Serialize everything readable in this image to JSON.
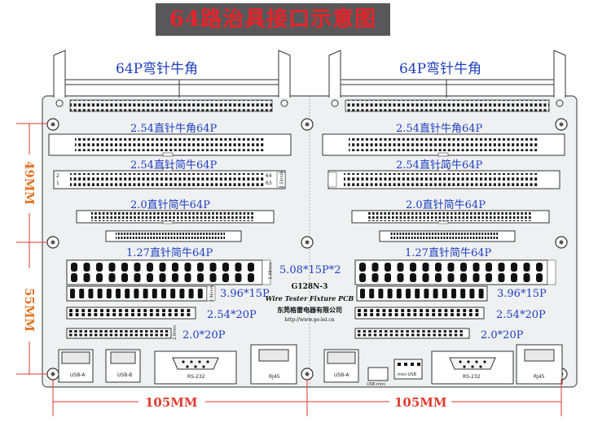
{
  "title": "64路治具接口示意图",
  "left_half": {
    "header_label": "64P弯针牛角",
    "labels": [
      "2.54直针牛角64P",
      "2.54直针简牛64P",
      "2.0直针简牛64P",
      "1.27直针简牛64P",
      "5.08*15P*2",
      "3.96*15P",
      "2.54*20P",
      "2.0*20P"
    ],
    "ports": [
      "USB-A",
      "USB-B",
      "RS-232",
      "RJ45"
    ]
  },
  "right_half": {
    "header_label": "64P弯针牛角",
    "labels": [
      "2.54直针牛角64P",
      "2.54直针简牛64P",
      "2.0直针简牛64P",
      "1.27直针简牛64P",
      "3.96*15P",
      "2.54*20P",
      "2.0*20P"
    ],
    "ports": [
      "USB-A",
      "USB-mini",
      "mini-USB",
      "RS-232",
      "RJ45"
    ]
  },
  "center_info": {
    "model": "G128N-3",
    "line2": "Wire Tester Fixture PCB",
    "company": "东莞格雷电器有限公司",
    "url": "http://www.ge-lei.cn"
  },
  "dimensions": {
    "height_top": "49MM",
    "height_bottom": "55MM",
    "width_left": "105MM",
    "width_right": "105MM"
  },
  "pin_marks": {
    "p1": "1",
    "p2": "2",
    "p63": "63",
    "p64": "64",
    "pitch_254": "2.54mm",
    "pitch_20": "2.0mm",
    "pitch_396": "3.96mm",
    "pitch_508": "5.08mm"
  }
}
